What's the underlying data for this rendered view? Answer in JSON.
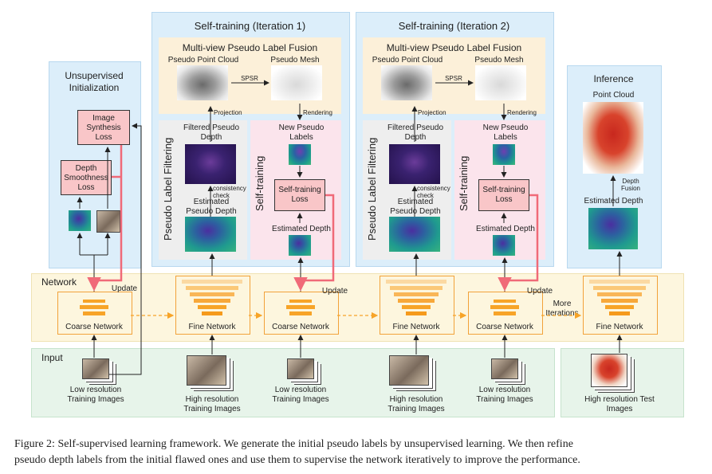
{
  "sections": {
    "unsupervised": "Unsupervised Initialization",
    "iter1": "Self-training (Iteration 1)",
    "iter2": "Self-training (Iteration 2)",
    "inference": "Inference",
    "network": "Network",
    "input": "Input"
  },
  "fusion": {
    "title": "Multi-view Pseudo Label Fusion",
    "point_cloud": "Pseudo Point Cloud",
    "mesh": "Pseudo Mesh",
    "spsr": "SPSR",
    "projection": "Projection",
    "rendering": "Rendering"
  },
  "filtering": {
    "label": "Pseudo Label Filtering",
    "filtered": "Filtered Pseudo Depth",
    "consistency": "consistency check",
    "estimated": "Estimated Pseudo Depth"
  },
  "selftraining": {
    "label": "Self-training",
    "new_labels": "New Pseudo Labels",
    "loss": "Self-training Loss",
    "estimated": "Estimated Depth"
  },
  "unsup": {
    "image_loss": "Image Synthesis Loss",
    "depth_loss": "Depth Smoothness Loss"
  },
  "inference_panel": {
    "point_cloud": "Point Cloud",
    "depth_fusion": "Depth Fusion",
    "estimated": "Estimated Depth"
  },
  "network": {
    "coarse": "Coarse Network",
    "fine": "Fine Network",
    "update": "Update",
    "more": "More Iterations"
  },
  "inputs": {
    "low": "Low resolution Training Images",
    "high": "High resolution Training Images",
    "test": "High resolution Test Images"
  },
  "caption": {
    "line1": "Figure 2: Self-supervised learning framework. We generate the initial pseudo labels by unsupervised learning. We then refine",
    "line2": "pseudo depth labels from the initial flawed ones and use them to supervise the network iteratively to improve the performance."
  },
  "colors": {
    "panel_blue": "#dceefa",
    "panel_yellow": "#fdf6de",
    "panel_green": "#e7f4ea",
    "update_arrow": "#f06a78",
    "network_orange": "#f7a428"
  }
}
